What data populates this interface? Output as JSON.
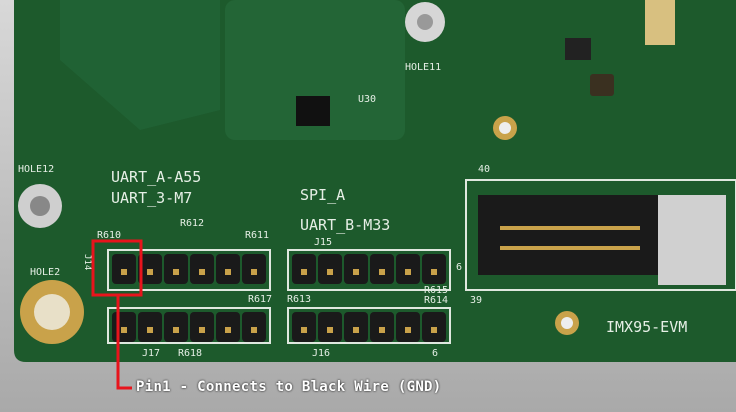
{
  "annotation": {
    "text": "Pin1 - Connects to Black Wire (GND)",
    "color": "#e8141c"
  },
  "silkscreen": {
    "uart_a": "UART_A-A55",
    "uart_3": "UART_3-M7",
    "spi_a": "SPI_A",
    "uart_b": "UART_B-M33",
    "hole12": "HOLE12",
    "hole2": "HOLE2",
    "hole11": "HOLE11",
    "board": "IMX95-EVM",
    "j14": "J14",
    "j15": "J15",
    "j16": "J16",
    "j17": "J17",
    "r610": "R610",
    "r611": "R611",
    "r612": "R612",
    "r613": "R613",
    "r614": "R614",
    "r615": "R615",
    "r617": "R617",
    "r618": "R618",
    "u30": "U30",
    "pin6": "6",
    "pin39": "39",
    "pin40": "40"
  },
  "colors": {
    "pcb": "#1f5a2e",
    "background": "#bdbdbd",
    "gold": "#c9a24a"
  }
}
